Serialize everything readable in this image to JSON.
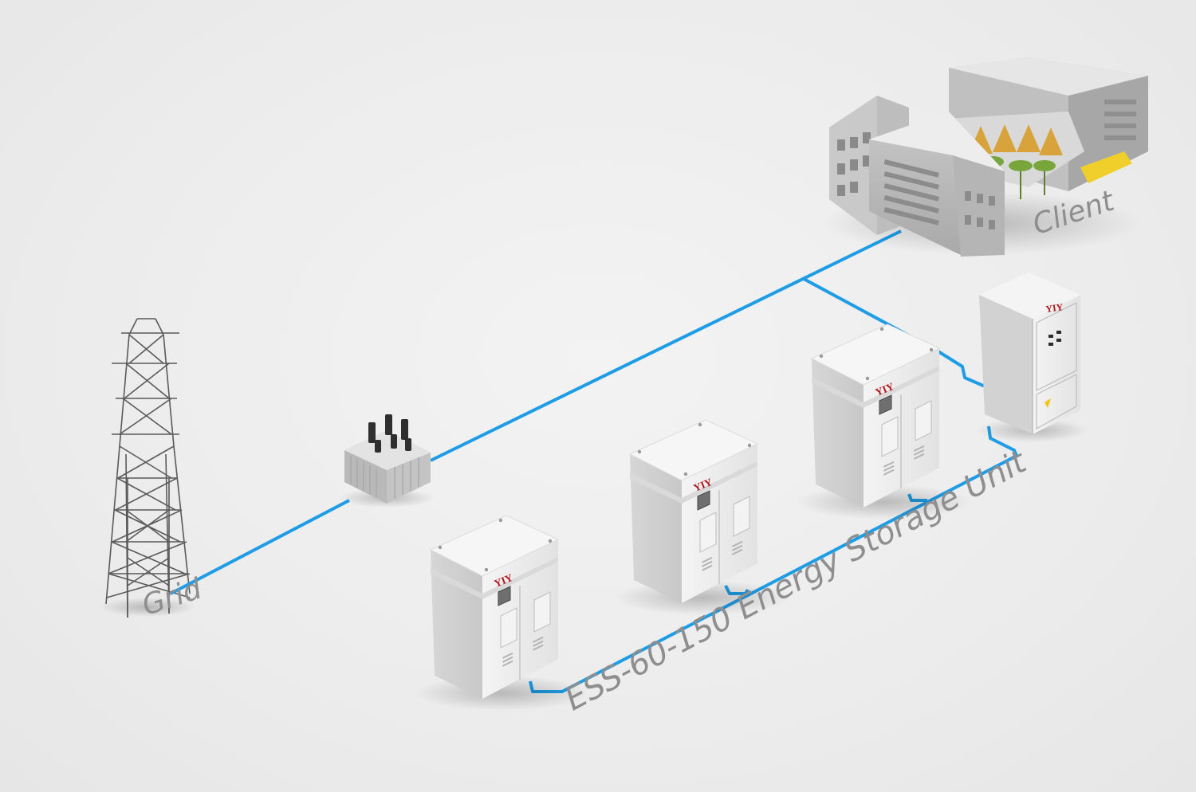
{
  "labels": {
    "grid": "Grid",
    "client": "Client",
    "ess": "ESS-60-150 Energy Storage Unit"
  },
  "logos": {
    "cabinet_brand": "YIY"
  },
  "icons": {
    "tower": "transmission-tower-icon",
    "transformer": "transformer-icon",
    "building": "building-icon",
    "cabinet": "energy-storage-cabinet-icon",
    "panel": "switchgear-panel-icon"
  },
  "colors": {
    "line": "#1e9de6",
    "label": "#8e8e8e",
    "background": "#ececec",
    "brand": "#b0141c"
  }
}
